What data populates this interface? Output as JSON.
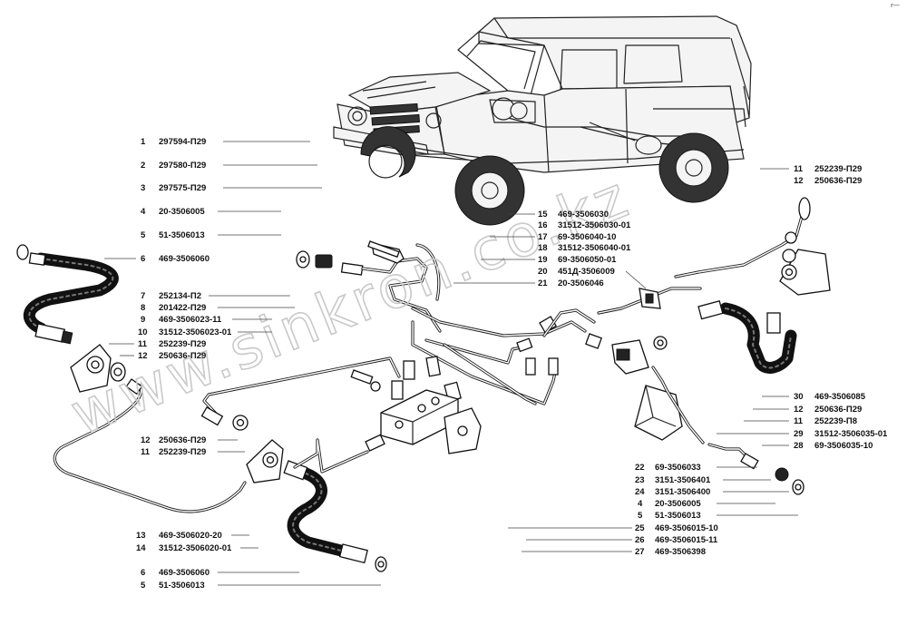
{
  "watermark": "www.sinkron.co.kz",
  "corner_mark": "r—",
  "callouts": {
    "c1": {
      "num": "1",
      "code": "297594-П29"
    },
    "c2": {
      "num": "2",
      "code": "297580-П29"
    },
    "c3": {
      "num": "3",
      "code": "297575-П29"
    },
    "c4": {
      "num": "4",
      "code": "20-3506005"
    },
    "c5": {
      "num": "5",
      "code": "51-3506013"
    },
    "c6": {
      "num": "6",
      "code": "469-3506060"
    },
    "c7": {
      "num": "7",
      "code": "252134-П2"
    },
    "c8": {
      "num": "8",
      "code": "201422-П29"
    },
    "c9": {
      "num": "9",
      "code": "469-3506023-11"
    },
    "c10": {
      "num": "10",
      "code": "31512-3506023-01"
    },
    "c11a": {
      "num": "11",
      "code": "252239-П29"
    },
    "c12a": {
      "num": "12",
      "code": "250636-П29"
    },
    "c12b": {
      "num": "12",
      "code": "250636-П29"
    },
    "c11b": {
      "num": "11",
      "code": "252239-П29"
    },
    "c13": {
      "num": "13",
      "code": "469-3506020-20"
    },
    "c14": {
      "num": "14",
      "code": "31512-3506020-01"
    },
    "c6b": {
      "num": "6",
      "code": "469-3506060"
    },
    "c5b": {
      "num": "5",
      "code": "51-3506013"
    },
    "c15": {
      "num": "15",
      "code": "469-3506030"
    },
    "c16": {
      "num": "16",
      "code": "31512-3506030-01"
    },
    "c17": {
      "num": "17",
      "code": "69-3506040-10"
    },
    "c18": {
      "num": "18",
      "code": "31512-3506040-01"
    },
    "c19": {
      "num": "19",
      "code": "69-3506050-01"
    },
    "c20": {
      "num": "20",
      "code": "451Д-3506009"
    },
    "c21": {
      "num": "21",
      "code": "20-3506046"
    },
    "c11c": {
      "num": "11",
      "code": "252239-П29"
    },
    "c12c": {
      "num": "12",
      "code": "250636-П29"
    },
    "c30": {
      "num": "30",
      "code": "469-3506085"
    },
    "c12d": {
      "num": "12",
      "code": "250636-П29"
    },
    "c11d": {
      "num": "11",
      "code": "252239-П8"
    },
    "c29": {
      "num": "29",
      "code": "31512-3506035-01"
    },
    "c28": {
      "num": "28",
      "code": "69-3506035-10"
    },
    "c22": {
      "num": "22",
      "code": "69-3506033"
    },
    "c23": {
      "num": "23",
      "code": "3151-3506401"
    },
    "c24": {
      "num": "24",
      "code": "3151-3506400"
    },
    "c4b": {
      "num": "4",
      "code": "20-3506005"
    },
    "c5c": {
      "num": "5",
      "code": "51-3506013"
    },
    "c25": {
      "num": "25",
      "code": "469-3506015-10"
    },
    "c26": {
      "num": "26",
      "code": "469-3506015-11"
    },
    "c27": {
      "num": "27",
      "code": "469-3506398"
    }
  }
}
